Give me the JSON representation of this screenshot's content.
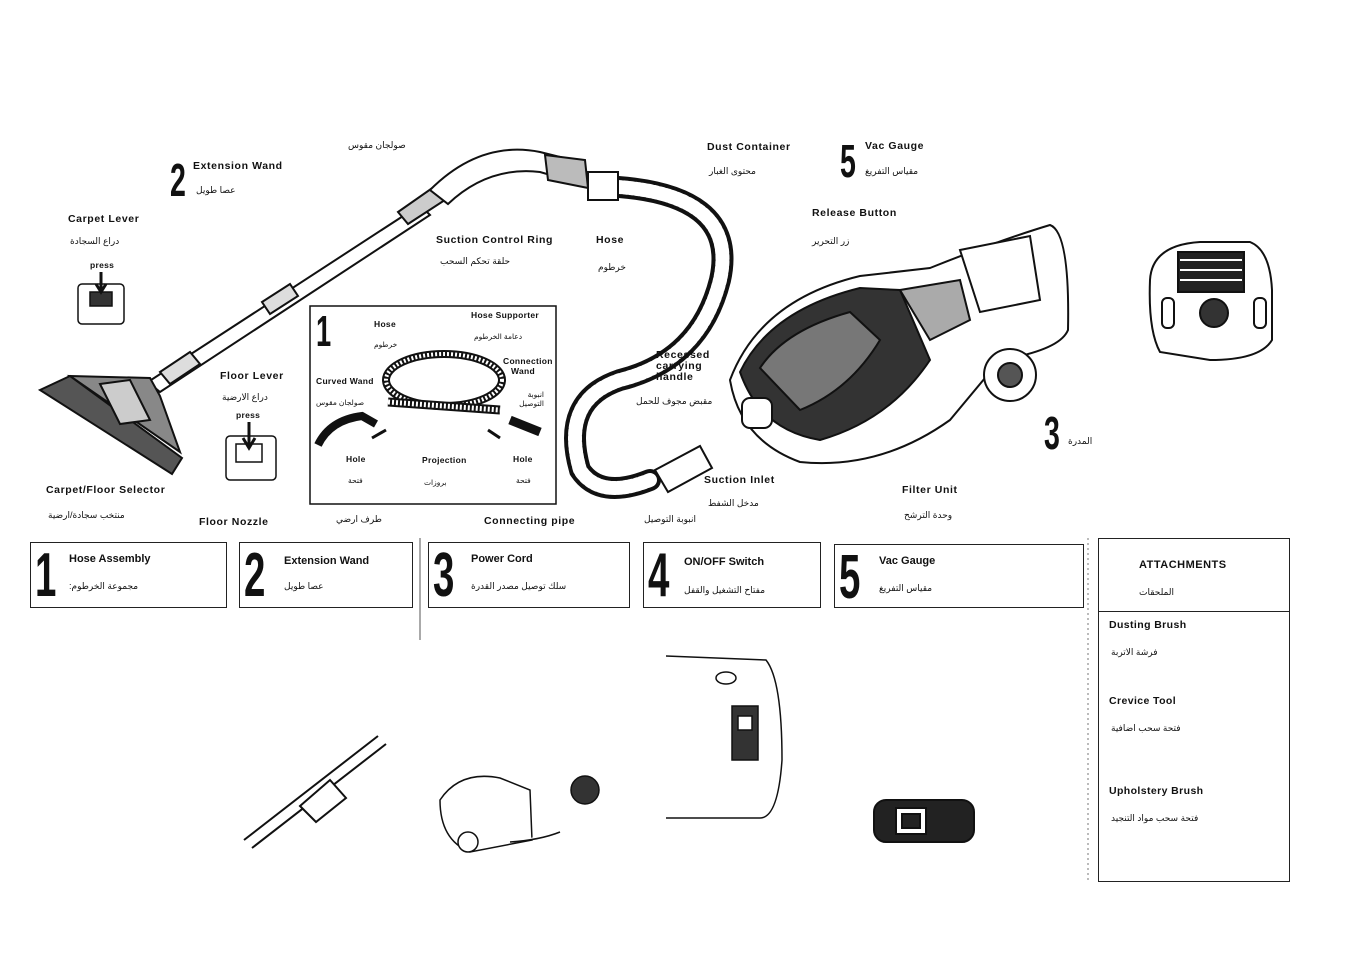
{
  "labels": {
    "extension_wand": {
      "num": "2",
      "en": "Extension Wand",
      "ar": "عصا طويل"
    },
    "curved_wand_top": {
      "ar": "صولجان مقوس"
    },
    "carpet_lever": {
      "en": "Carpet Lever",
      "ar": "دراع السجادة",
      "press": "press"
    },
    "floor_lever": {
      "en": "Floor Lever",
      "ar": "دراع الارضية",
      "press": "press"
    },
    "carpet_floor_selector": {
      "en": "Carpet/Floor Selector",
      "ar": "منتخب سجادة/ارضية"
    },
    "floor_nozzle": {
      "en": "Floor Nozzle",
      "ar": "طرف ارضي"
    },
    "connecting_pipe": {
      "en": "Connecting pipe",
      "ar": "انبوبة التوصيل"
    },
    "suction_control_ring": {
      "en": "Suction Control Ring",
      "ar": "حلقة تحكم السحب"
    },
    "hose_main": {
      "en": "Hose",
      "ar": "خرطوم"
    },
    "dust_container": {
      "en": "Dust Container",
      "ar": "محتوى الغبار"
    },
    "vac_gauge_top": {
      "num": "5",
      "en": "Vac Gauge",
      "ar": "مقياس التفريغ"
    },
    "release_button": {
      "en": "Release Button",
      "ar": "زر التحرير"
    },
    "recessed_handle": {
      "en1": "Recessed",
      "en2": "carrying",
      "en3": "handle",
      "ar": "مقبض مجوف للحمل"
    },
    "suction_inlet": {
      "en": "Suction Inlet",
      "ar": "مدخل الشفط"
    },
    "filter_unit": {
      "en": "Filter Unit",
      "ar": "وحدة الترشح"
    },
    "cord_top": {
      "num": "3",
      "ar": "المدرة"
    }
  },
  "inset": {
    "num": "1",
    "hose": {
      "en": "Hose",
      "ar": "خرطوم"
    },
    "hose_supporter": {
      "en": "Hose Supporter",
      "ar": "دعامة الخرطوم"
    },
    "connection_wand": {
      "en1": "Connection",
      "en2": "Wand",
      "ar": "انبوبة التوصيل"
    },
    "curved_wand": {
      "en": "Curved Wand",
      "ar": "صولجان مقوس"
    },
    "hole_left": {
      "en": "Hole",
      "ar": "فتحة"
    },
    "projection": {
      "en": "Projection",
      "ar": "بروزات"
    },
    "hole_right": {
      "en": "Hole",
      "ar": "فتحة"
    }
  },
  "steps": [
    {
      "num": "1",
      "en": "Hose Assembly",
      "ar": "مجموعة الخرطوم:"
    },
    {
      "num": "2",
      "en": "Extension Wand",
      "ar": "عصا طويل"
    },
    {
      "num": "3",
      "en": "Power Cord",
      "ar": "سلك توصيل مصدر القدرة"
    },
    {
      "num": "4",
      "en": "ON/OFF Switch",
      "ar": "مفتاح التشغيل والقفل"
    },
    {
      "num": "5",
      "en": "Vac Gauge",
      "ar": "مقياس التفريغ"
    }
  ],
  "attachments": {
    "title": "ATTACHMENTS",
    "title_ar": "الملحقات",
    "items": [
      {
        "en": "Dusting Brush",
        "ar": "فرشة الاتربة"
      },
      {
        "en": "Crevice Tool",
        "ar": "فتحة سحب اضافية"
      },
      {
        "en": "Upholstery Brush",
        "ar": "فتحة سحب مواد التنجيد"
      }
    ]
  }
}
